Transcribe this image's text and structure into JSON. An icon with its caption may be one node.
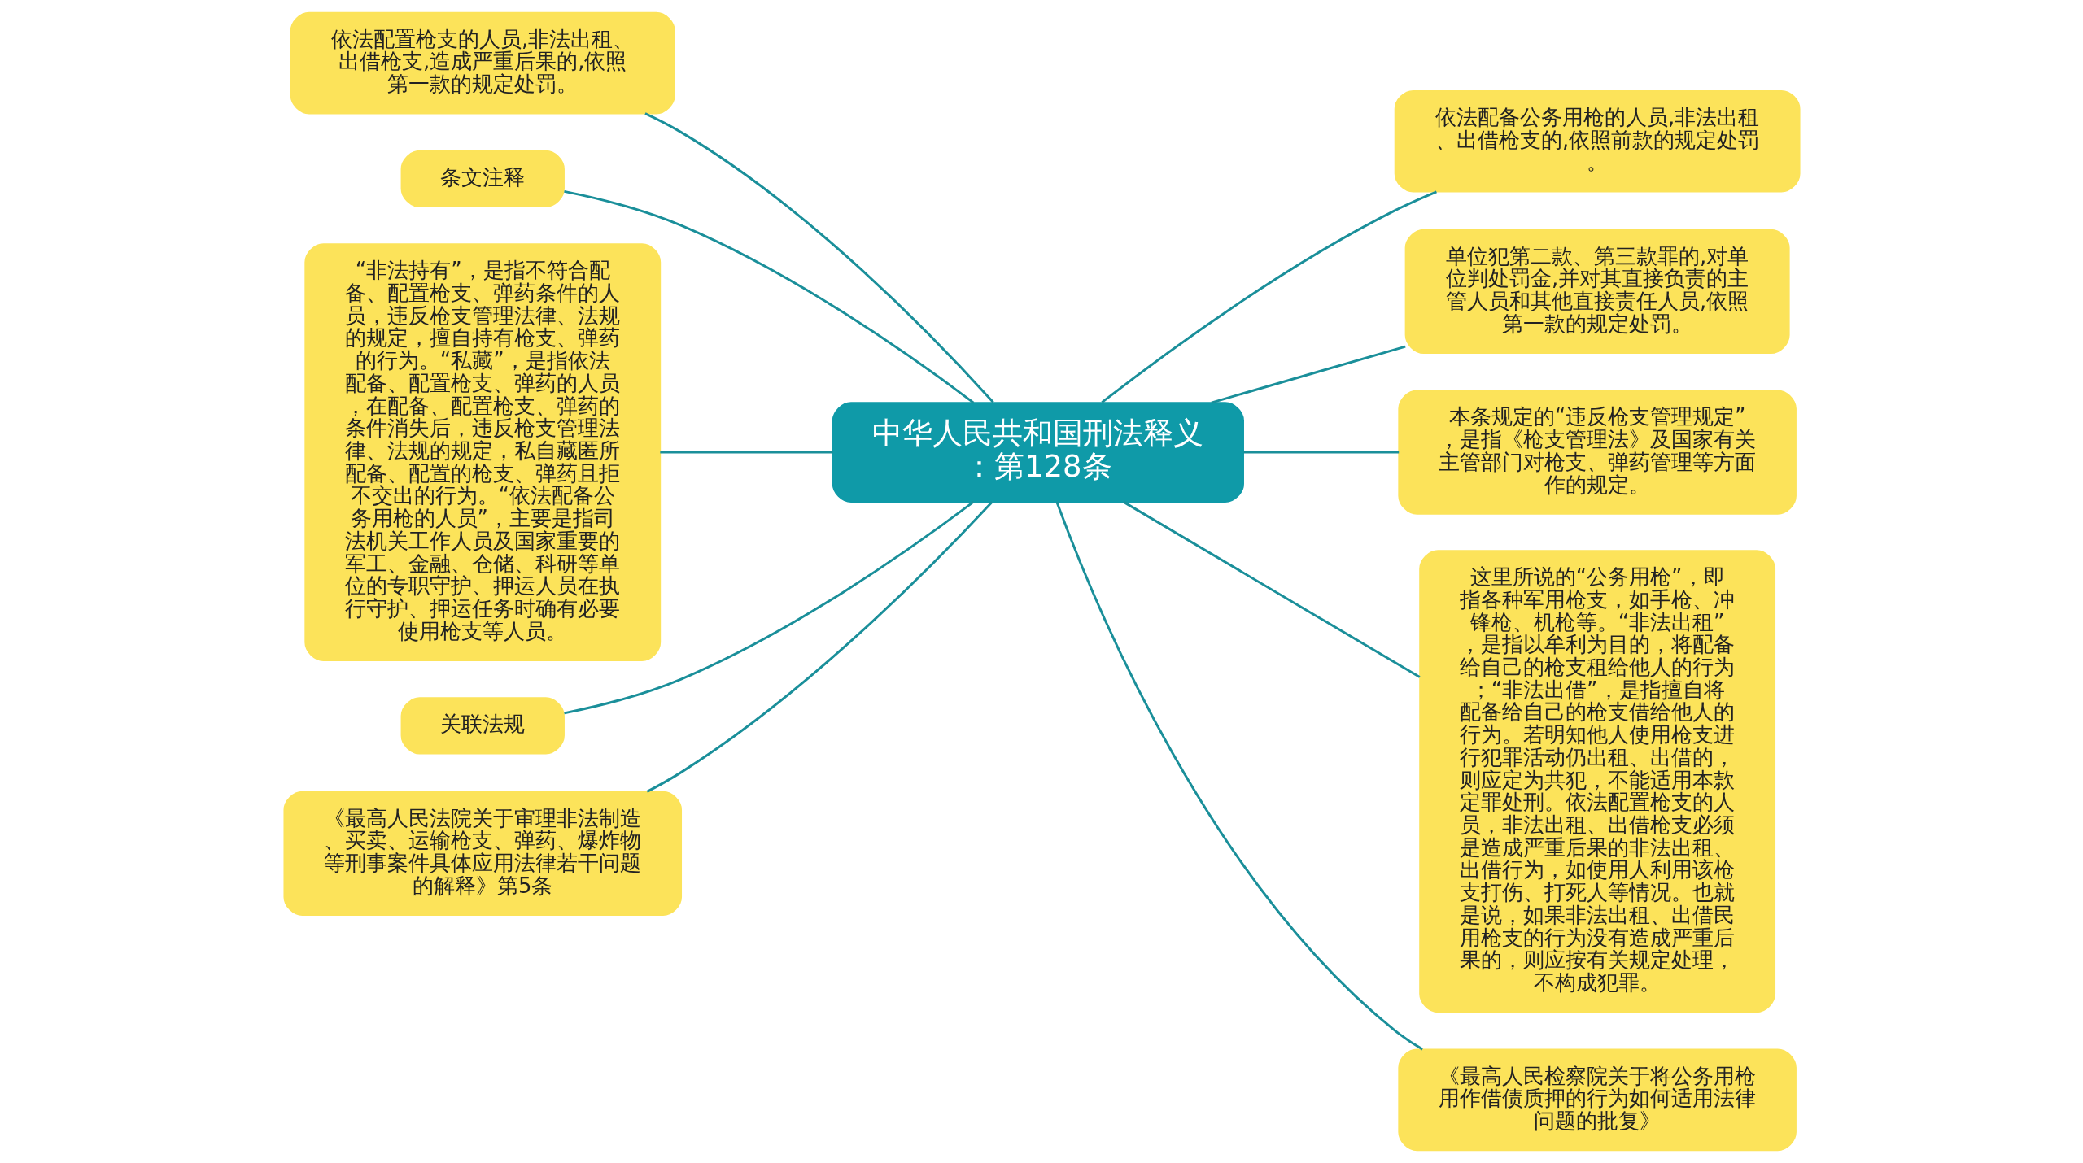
{
  "diagram": {
    "nodes": [
      {
        "text": [
          "中华人民共和国刑法释义：第128条"
        ]
      },
      {
        "text": [
          "依法配置枪支的人员,非法出租、出借枪支,造成严重后果的,依照第一款的规定处罚。"
        ]
      },
      {
        "text": [
          "条文注释"
        ]
      },
      {
        "text": [
          "“非法持有”，是指不符合配备、配置枪支、弹药条件的人员，违反枪支管理法律、法规的规定，擅自持有枪支、弹药的行为。“私藏”，是指依法配备、配置枪支、弹药的人员，在配备、配置枪支、弹药的条件消失后，违反枪支管理法律、法规的规定，私自藏匿所配备、配置的枪支、弹药且拒不交出的行为。“依法配备公务用枪的人员”，主要是指司法机关工作人员及国家重要的军工、金融、仓储、科研等单位的专职守护、押运人员在执行守护、押运任务时确有必要使用枪支等人员。"
        ]
      },
      {
        "text": [
          "关联法规"
        ]
      },
      {
        "text": [
          "《最高人民法院关于审理非法制造、买卖、运输枪支、弹药、爆炸物等刑事案件具体应用法律若干问题的解释》第5条"
        ]
      },
      {
        "text": [
          "依法配备公务用枪的人员,非法出租、出借枪支的,依照前款的规定处罚。"
        ]
      },
      {
        "text": [
          "单位犯第二款、第三款罪的,对单位判处罚金,并对其直接负责的主管人员和其他直接责任人员,依照第一款的规定处罚。"
        ]
      },
      {
        "text": [
          "本条规定的“违反枪支管理规定”，是指《枪支管理法》及国家有关主管部门对枪支、弹药管理等方面作的规定。"
        ]
      },
      {
        "text": [
          "这里所说的“公务用枪”，即指各种军用枪支，如手枪、冲锋枪、机枪等。“非法出租”，是指以牟利为目的，将配备给自己的枪支租给他人的行为；“非法出借”，是指擅自将配备给自己的枪支借给他人的行为。若明知他人使用枪支进行犯罪活动仍出租、出借的，则应定为共犯，不能适用本款定罪处刑。依法配置枪支的人员，非法出租、出借枪支必须是造成严重后果的非法出租、出借行为，如使用人利用该枪支打伤、打死人等情况。也就是说，如果非法出租、出借民用枪支的行为没有造成严重后果的，则应按有关规定处理，不构成犯罪。"
        ]
      },
      {
        "text": [
          "《最高人民检察院关于将公务用枪用作借债质押的行为如何适用法律问题的批复》"
        ]
      }
    ],
    "edges": [
      {
        "from": 1,
        "to": 0,
        "arrow": "none"
      },
      {
        "from": 2,
        "to": 0,
        "arrow": "none"
      },
      {
        "from": 3,
        "to": 0,
        "arrow": "none"
      },
      {
        "from": 4,
        "to": 0,
        "arrow": "none"
      },
      {
        "from": 5,
        "to": 0,
        "arrow": "none"
      },
      {
        "from": 0,
        "to": 6,
        "arrow": "none"
      },
      {
        "from": 0,
        "to": 7,
        "arrow": "none"
      },
      {
        "from": 0,
        "to": 8,
        "arrow": "none"
      },
      {
        "from": 0,
        "to": 9,
        "arrow": "none"
      },
      {
        "from": 0,
        "to": 10,
        "arrow": "none"
      }
    ]
  }
}
